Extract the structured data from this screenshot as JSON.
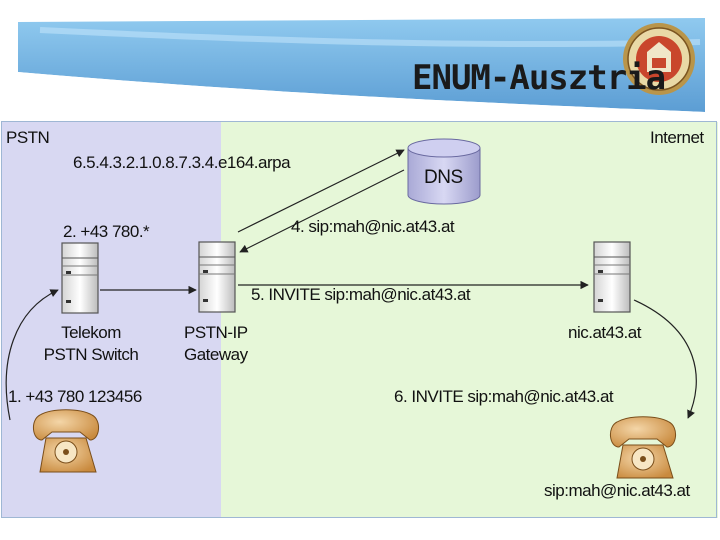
{
  "title": "ENUM-Ausztria",
  "zones": {
    "pstn": "PSTN",
    "internet": "Internet"
  },
  "labels": {
    "arpa": "6.5.4.3.2.1.0.8.7.3.4.e164.arpa",
    "dns": "DNS",
    "step2": "2. +43 780.*",
    "step4": "4. sip:mah@nic.at43.at",
    "step5": "5. INVITE sip:mah@nic.at43.at",
    "telekom_line1": "Telekom",
    "telekom_line2": "PSTN Switch",
    "gateway_line1": "PSTN-IP",
    "gateway_line2": "Gateway",
    "server_name": "nic.at43.at",
    "step1": "1.  +43 780 123456",
    "step6": "6. INVITE sip:mah@nic.at43.at",
    "callee": "sip:mah@nic.at43.at"
  },
  "icons": [
    "telekom-server-icon",
    "gateway-server-icon",
    "sip-server-icon",
    "dns-database-icon",
    "caller-phone-icon",
    "callee-phone-icon",
    "university-seal-logo"
  ],
  "colors": {
    "pstn_zone": "#d8d8f2",
    "internet_zone": "#e6f7d8",
    "banner": "#62a8dc"
  }
}
